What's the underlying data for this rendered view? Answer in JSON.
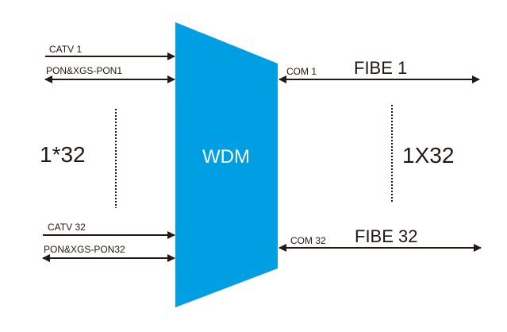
{
  "colors": {
    "wdm_fill": "#009fe3",
    "line": "#231815",
    "wdm_text": "#ffffff",
    "background": "#ffffff"
  },
  "wdm": {
    "label": "WDM"
  },
  "left": {
    "count_label": "1*32",
    "ports": [
      {
        "catv": "CATV 1",
        "pon": "PON&XGS-PON1"
      },
      {
        "catv": "CATV 32",
        "pon": "PON&XGS-PON32"
      }
    ]
  },
  "right": {
    "count_label": "1X32",
    "ports": [
      {
        "com": "COM 1",
        "fibe": "FIBE 1"
      },
      {
        "com": "COM 32",
        "fibe": "FIBE 32"
      }
    ]
  }
}
